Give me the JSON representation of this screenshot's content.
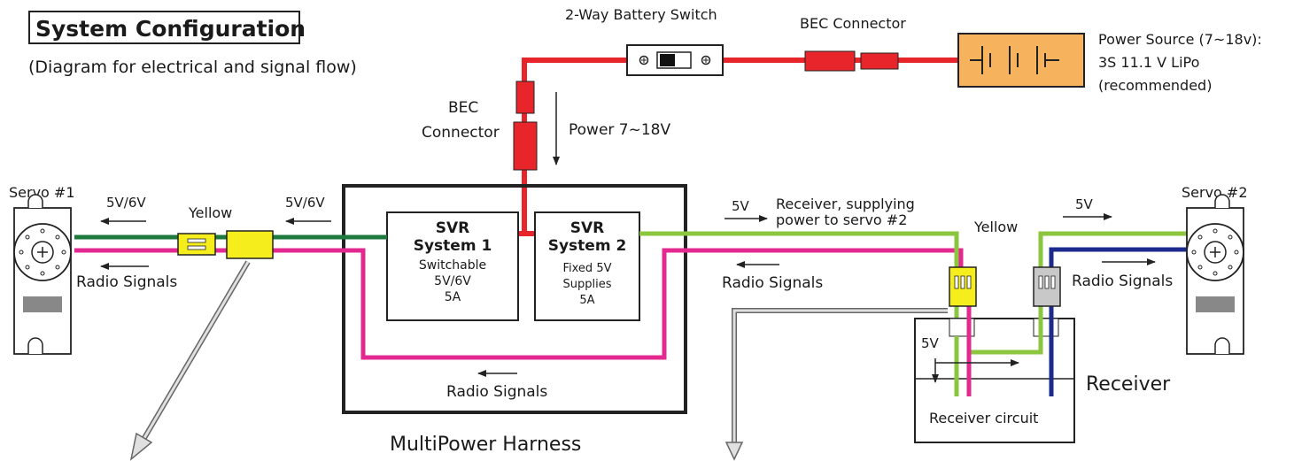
{
  "title": "System Configuration",
  "subtitle": "(Diagram for electrical and signal flow)",
  "switch_label": "2-Way Battery Switch",
  "bec_top_label": "BEC Connector",
  "power_source": {
    "line1": "Power Source (7~18v):",
    "line2": "3S 11.1 V LiPo",
    "line3": "(recommended)"
  },
  "bec_left_label": {
    "line1": "BEC",
    "line2": "Connector"
  },
  "power_flow_label": "Power 7~18V",
  "servo1_label": "Servo #1",
  "servo2_label": "Servo #2",
  "left_voltage_1": "5V/6V",
  "left_voltage_2": "5V/6V",
  "yellow_left": "Yellow",
  "yellow_right": "Yellow",
  "radio_signals_left": "Radio Signals",
  "radio_signals_bottom": "Radio Signals",
  "radio_signals_mid": "Radio Signals",
  "radio_signals_right": "Radio Signals",
  "svr1": {
    "title1": "SVR",
    "title2": "System 1",
    "l1": "Switchable",
    "l2": "5V/6V",
    "l3": "5A"
  },
  "svr2": {
    "title1": "SVR",
    "title2": "System 2",
    "l1": "Fixed 5V",
    "l2": "Supplies",
    "l3": "5A"
  },
  "harness_label": "MultiPower Harness",
  "receiver_5v": "5V",
  "receiver_note": {
    "line1": "Receiver, supplying",
    "line2": "power to servo #2"
  },
  "right_5v": "5V",
  "receiver_inner_5v": "5V",
  "receiver_label": "Receiver",
  "receiver_circuit": "Receiver circuit",
  "colors": {
    "power_red": "#e8252b",
    "signal_magenta": "#e3298f",
    "ground_green": "#1e7a3c",
    "light_green": "#8cc63f",
    "navy": "#1b2a8c",
    "connector_yellow": "#f5ee1c",
    "battery_orange": "#f7b25e"
  }
}
